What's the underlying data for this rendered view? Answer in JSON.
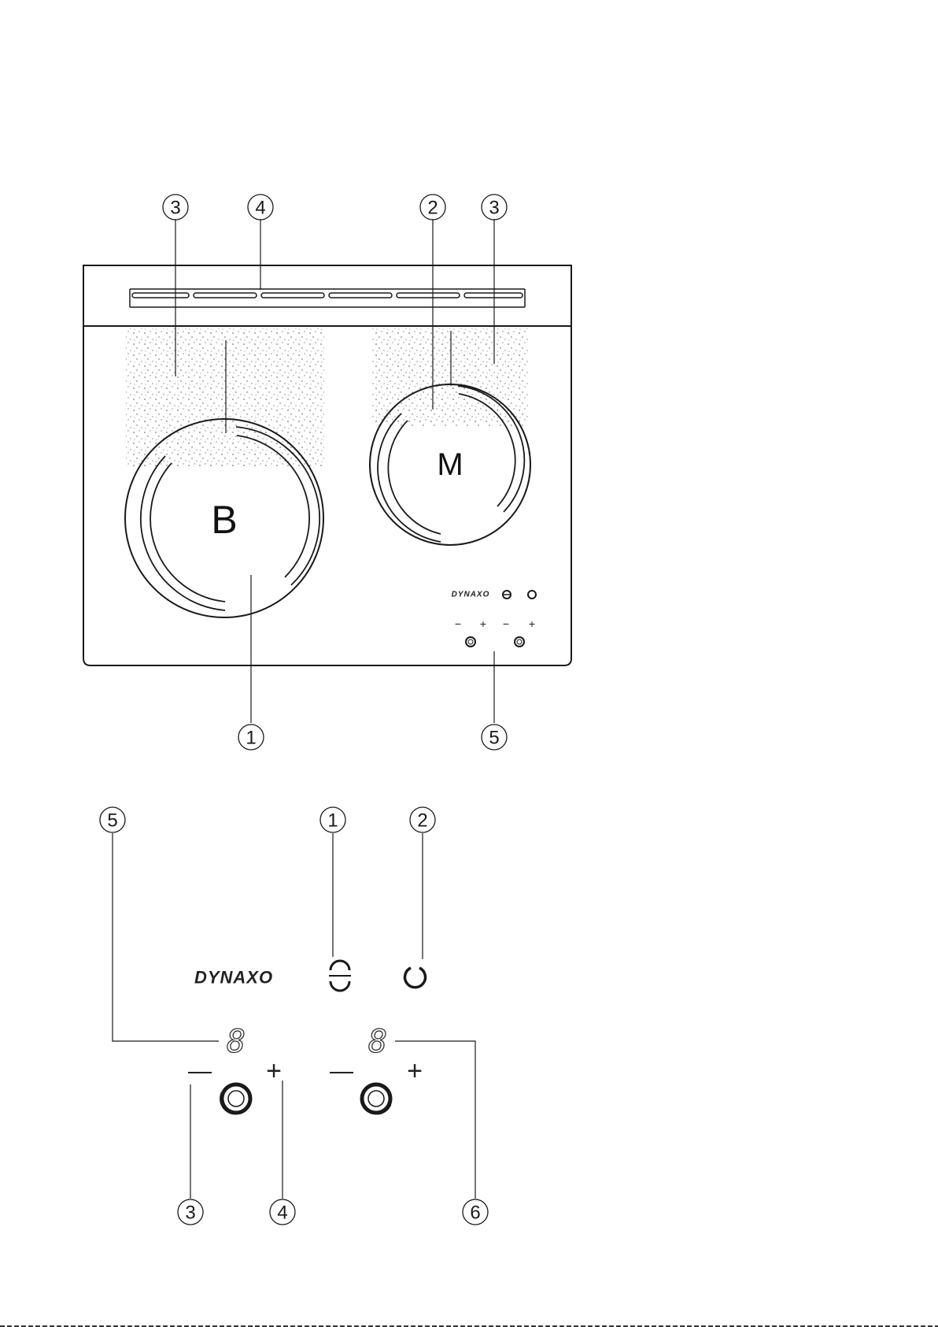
{
  "hob": {
    "zones": {
      "large": "B",
      "medium": "M"
    },
    "brand": "DYNAXO",
    "minus": "−",
    "plus": "+"
  },
  "top_callouts": {
    "c3a": "3",
    "c4": "4",
    "c2": "2",
    "c3b": "3",
    "c1": "1",
    "c5": "5"
  },
  "panel": {
    "brand": "DYNAXO",
    "display_left": "8",
    "display_right": "8",
    "minus": "—",
    "plus": "+"
  },
  "panel_callouts": {
    "c5": "5",
    "c1": "1",
    "c2": "2",
    "c3": "3",
    "c4": "4",
    "c6": "6"
  }
}
